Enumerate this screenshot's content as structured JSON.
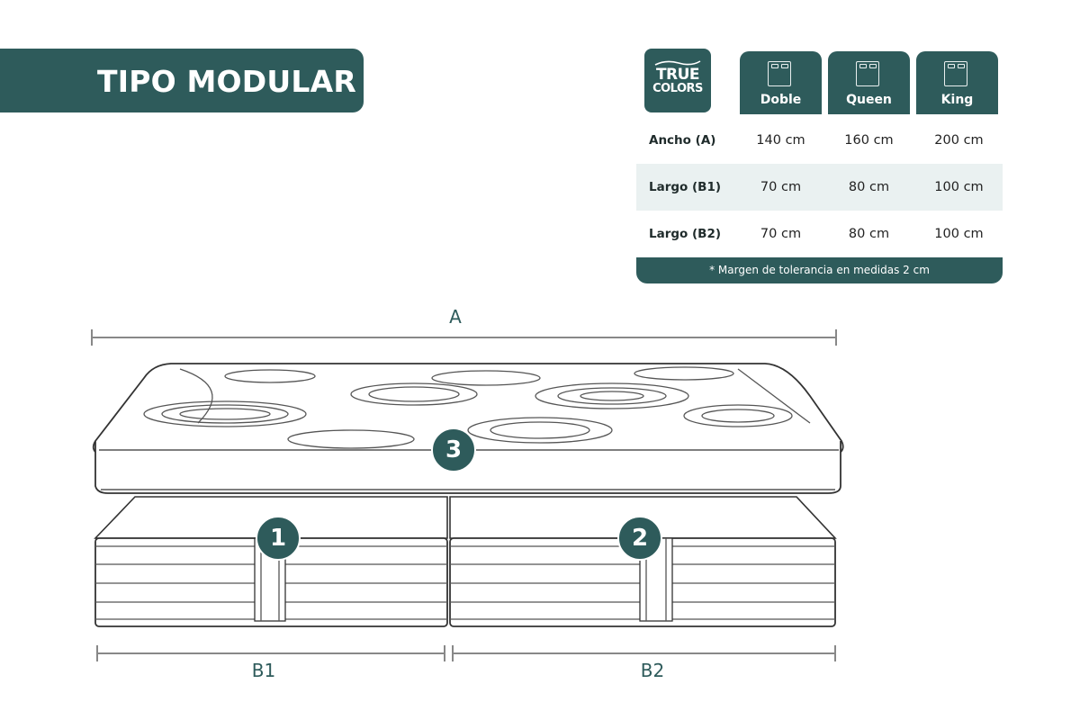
{
  "header": {
    "title": "TIPO MODULAR"
  },
  "logo": {
    "line1": "TRUE",
    "line2": "COLORS"
  },
  "table": {
    "columns": [
      "Doble",
      "Queen",
      "King"
    ],
    "rows": [
      {
        "label": "Ancho (A)",
        "values": [
          "140 cm",
          "160 cm",
          "200 cm"
        ]
      },
      {
        "label": "Largo (B1)",
        "values": [
          "70 cm",
          "80 cm",
          "100 cm"
        ]
      },
      {
        "label": "Largo (B2)",
        "values": [
          "70 cm",
          "80 cm",
          "100 cm"
        ]
      }
    ],
    "footnote": "* Margen de tolerancia en medidas 2 cm"
  },
  "diagram": {
    "dim_a": "A",
    "dim_b1": "B1",
    "dim_b2": "B2",
    "badge_1": "1",
    "badge_2": "2",
    "badge_3": "3"
  },
  "colors": {
    "brand": "#2e5b5b",
    "row_shade": "#eaf1f1"
  },
  "icons": [
    "bed-icon",
    "wave-logo-icon"
  ]
}
